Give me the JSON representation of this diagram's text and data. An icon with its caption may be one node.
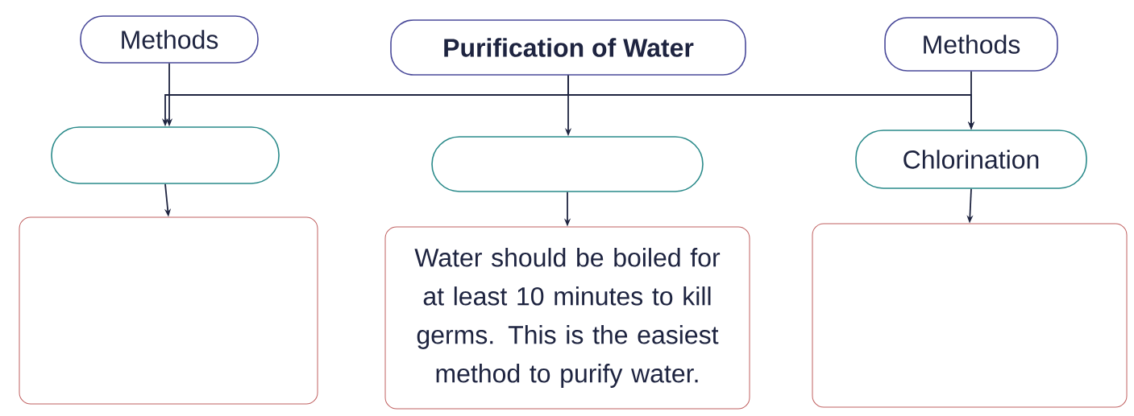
{
  "diagram": {
    "nodes": [
      {
        "text": [
          "Methods"
        ]
      },
      {
        "text": [
          "**Purification of Water**"
        ]
      },
      {
        "text": [
          "Methods"
        ]
      },
      {
        "text": [],
        "shape": "box"
      },
      {
        "text": [],
        "shape": "box"
      },
      {
        "text": [
          "Chlorination"
        ]
      },
      {
        "text": [],
        "shape": "box"
      },
      {
        "text": [
          "Water should be boiled for at least 10 minutes to kill germs. This is the easiest method to purify water."
        ]
      },
      {
        "text": [],
        "shape": "box"
      }
    ],
    "edges": [
      {
        "from": 0,
        "to": 3,
        "arrow": "to"
      },
      {
        "from": 1,
        "to": 3,
        "arrow": "to"
      },
      {
        "from": 1,
        "to": 4,
        "arrow": "to"
      },
      {
        "from": 1,
        "to": 5,
        "arrow": "to"
      },
      {
        "from": 2,
        "to": 5,
        "arrow": "to"
      },
      {
        "from": 3,
        "to": 6,
        "arrow": "to"
      },
      {
        "from": 4,
        "to": 7,
        "arrow": "to"
      },
      {
        "from": 5,
        "to": 8,
        "arrow": "to"
      }
    ]
  }
}
